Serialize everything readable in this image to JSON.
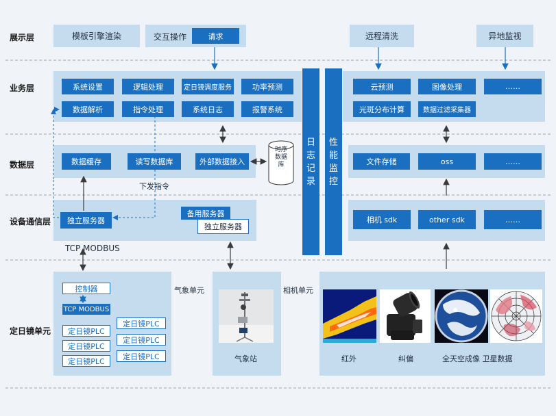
{
  "layers": {
    "presentation": "展示层",
    "business": "业务层",
    "data": "数据层",
    "comm": "设备通信层",
    "heliostat": "定日镜单元"
  },
  "presentation": {
    "template_render": "模板引擎渲染",
    "interaction": "交互操作",
    "request": "请求",
    "remote_clean": "远程清洗",
    "remote_monitor": "异地监视"
  },
  "business": {
    "left": [
      "系统设置",
      "逻辑处理",
      "定日镜调度服务",
      "功率预测",
      "数据解析",
      "指令处理",
      "系统日志",
      "报警系统"
    ],
    "right": [
      "云预测",
      "图像处理",
      "……",
      "光斑分布计算",
      "数据过滤采集器"
    ]
  },
  "data_layer": {
    "cache": "数据缓存",
    "rw_db": "读写数据库",
    "external_access": "外部数据接入",
    "timeseries_db": "时序数据库",
    "dispatch_cmd": "下发指令",
    "file_storage": "文件存储",
    "oss": "oss",
    "more": "……"
  },
  "comm_layer": {
    "standalone_server": "独立服务器",
    "backup_server": "备用服务器",
    "standalone_server_2": "独立服务器",
    "tcp_modbus": "TCP MODBUS",
    "camera_sdk": "相机 sdk",
    "other_sdk": "other sdk",
    "more": "……"
  },
  "vertical": {
    "log": "日志记录",
    "perf": "性能监控"
  },
  "heliostat_unit": {
    "controller": "控制器",
    "tcp_modbus": "TCP MODBUS",
    "plc_left": [
      "定日镜PLC",
      "定日镜PLC",
      "定日镜PLC"
    ],
    "plc_right": [
      "定日镜PLC",
      "定日镜PLC",
      "定日镜PLC"
    ]
  },
  "weather_unit": {
    "label": "气象单元",
    "station": "气象站"
  },
  "camera_unit": {
    "label": "相机单元",
    "infrared": "红外",
    "correction": "纠偏",
    "allsky_satellite": "全天空成像 卫星数据"
  },
  "colors": {
    "accent": "#1a6fc0",
    "panel": "#c5dcef",
    "background": "#f0f3f7"
  }
}
